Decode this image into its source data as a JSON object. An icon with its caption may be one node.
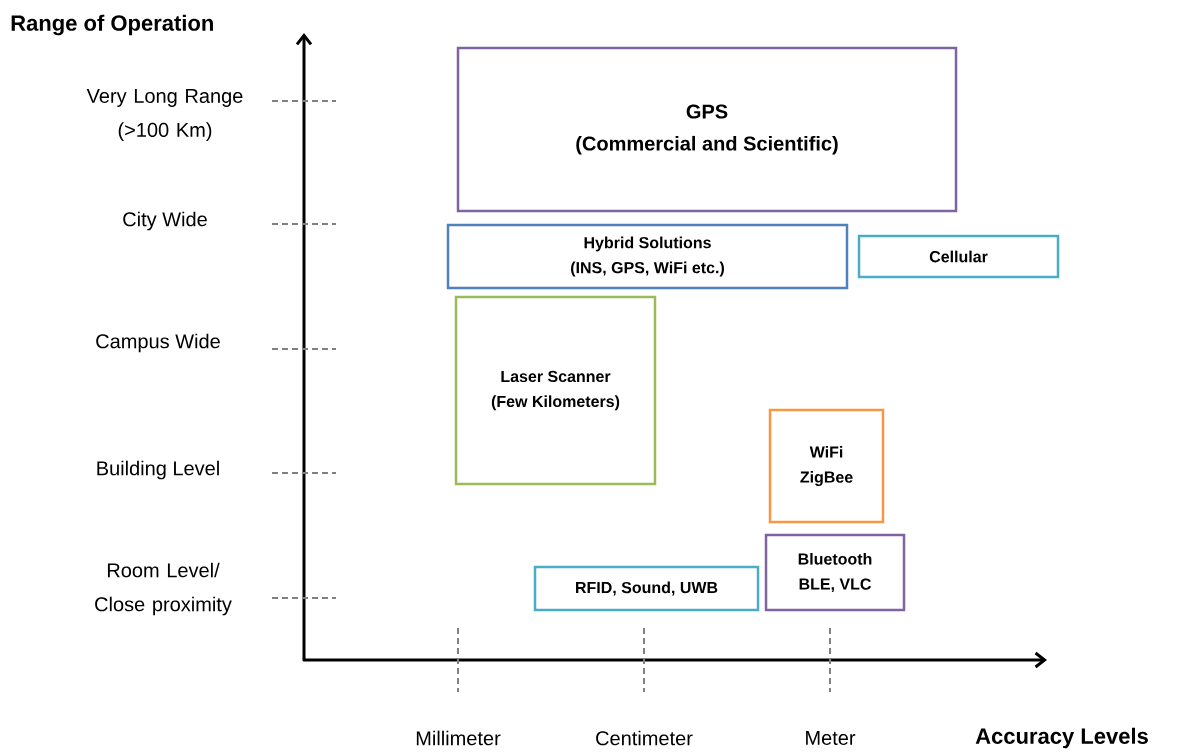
{
  "diagram": {
    "nodes": [
      {
        "text": [
          "GPS",
          "(Commercial and Scientific)"
        ]
      },
      {
        "text": [
          "Hybrid Solutions",
          "(INS, GPS, WiFi etc.)"
        ]
      },
      {
        "text": [
          "Cellular"
        ]
      },
      {
        "text": [
          "Laser Scanner",
          "(Few Kilometers)"
        ]
      },
      {
        "text": [
          "WiFi",
          "ZigBee"
        ]
      },
      {
        "text": [
          "Bluetooth",
          "BLE, VLC"
        ]
      },
      {
        "text": [
          "RFID, Sound, UWB"
        ]
      }
    ],
    "edges": [],
    "labels": [
      "Range of Operation",
      "Very Long Range (>100 Km)",
      "City Wide",
      "Campus Wide",
      "Building Level",
      "Room Level/ Close proximity",
      "Millimeter",
      "Centimeter",
      "Meter",
      "Accuracy Levels"
    ]
  }
}
